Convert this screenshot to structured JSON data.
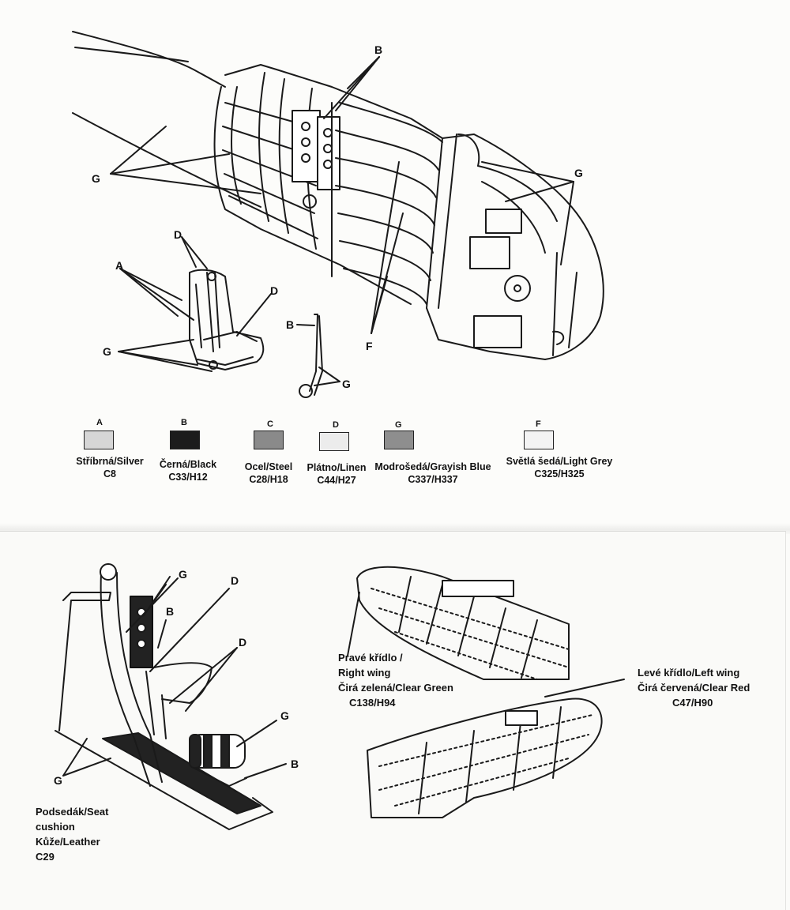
{
  "callouts": {
    "fuselage": {
      "b": "B",
      "g_left": "G",
      "g_right": "G",
      "f": "F"
    },
    "seat_top": {
      "d": "D",
      "d2": "D",
      "a": "A",
      "g": "G"
    },
    "pedal": {
      "b": "B",
      "g": "G"
    },
    "seat_bottom": {
      "g_top": "G",
      "b_panel": "B",
      "d_top": "D",
      "d_mid": "D",
      "g_mid": "G",
      "b_low": "B",
      "g_left": "G"
    }
  },
  "palette": [
    {
      "letter": "A",
      "name": "Stříbrná/Silver",
      "code": "C8",
      "color": "#d6d6d6"
    },
    {
      "letter": "B",
      "name": "Černá/Black",
      "code": "C33/H12",
      "color": "#1c1c1c"
    },
    {
      "letter": "C",
      "name": "Ocel/Steel",
      "code": "C28/H18",
      "color": "#8a8a8a"
    },
    {
      "letter": "D",
      "name": "Plátno/Linen",
      "code": "C44/H27",
      "color": "#ececec"
    },
    {
      "letter": "G",
      "name": "Modrošedá/Grayish Blue",
      "code": "C337/H337",
      "color": "#8e8e8e"
    },
    {
      "letter": "F",
      "name": "Světlá šedá/Light Grey",
      "code": "C325/H325",
      "color": "#f3f3f3"
    }
  ],
  "right_wing_note": {
    "line1": "Pravé křídlo /",
    "line2": "Right wing",
    "line3": "Čirá zelená/Clear Green",
    "line4": "C138/H94"
  },
  "left_wing_note": {
    "line1": "Levé křídlo/Left wing",
    "line2": "Čirá červená/Clear Red",
    "line3": "C47/H90"
  },
  "seat_cushion_note": {
    "line1": "Podsedák/Seat",
    "line2": "cushion",
    "line3": "Kůže/Leather",
    "line4": "C29"
  }
}
